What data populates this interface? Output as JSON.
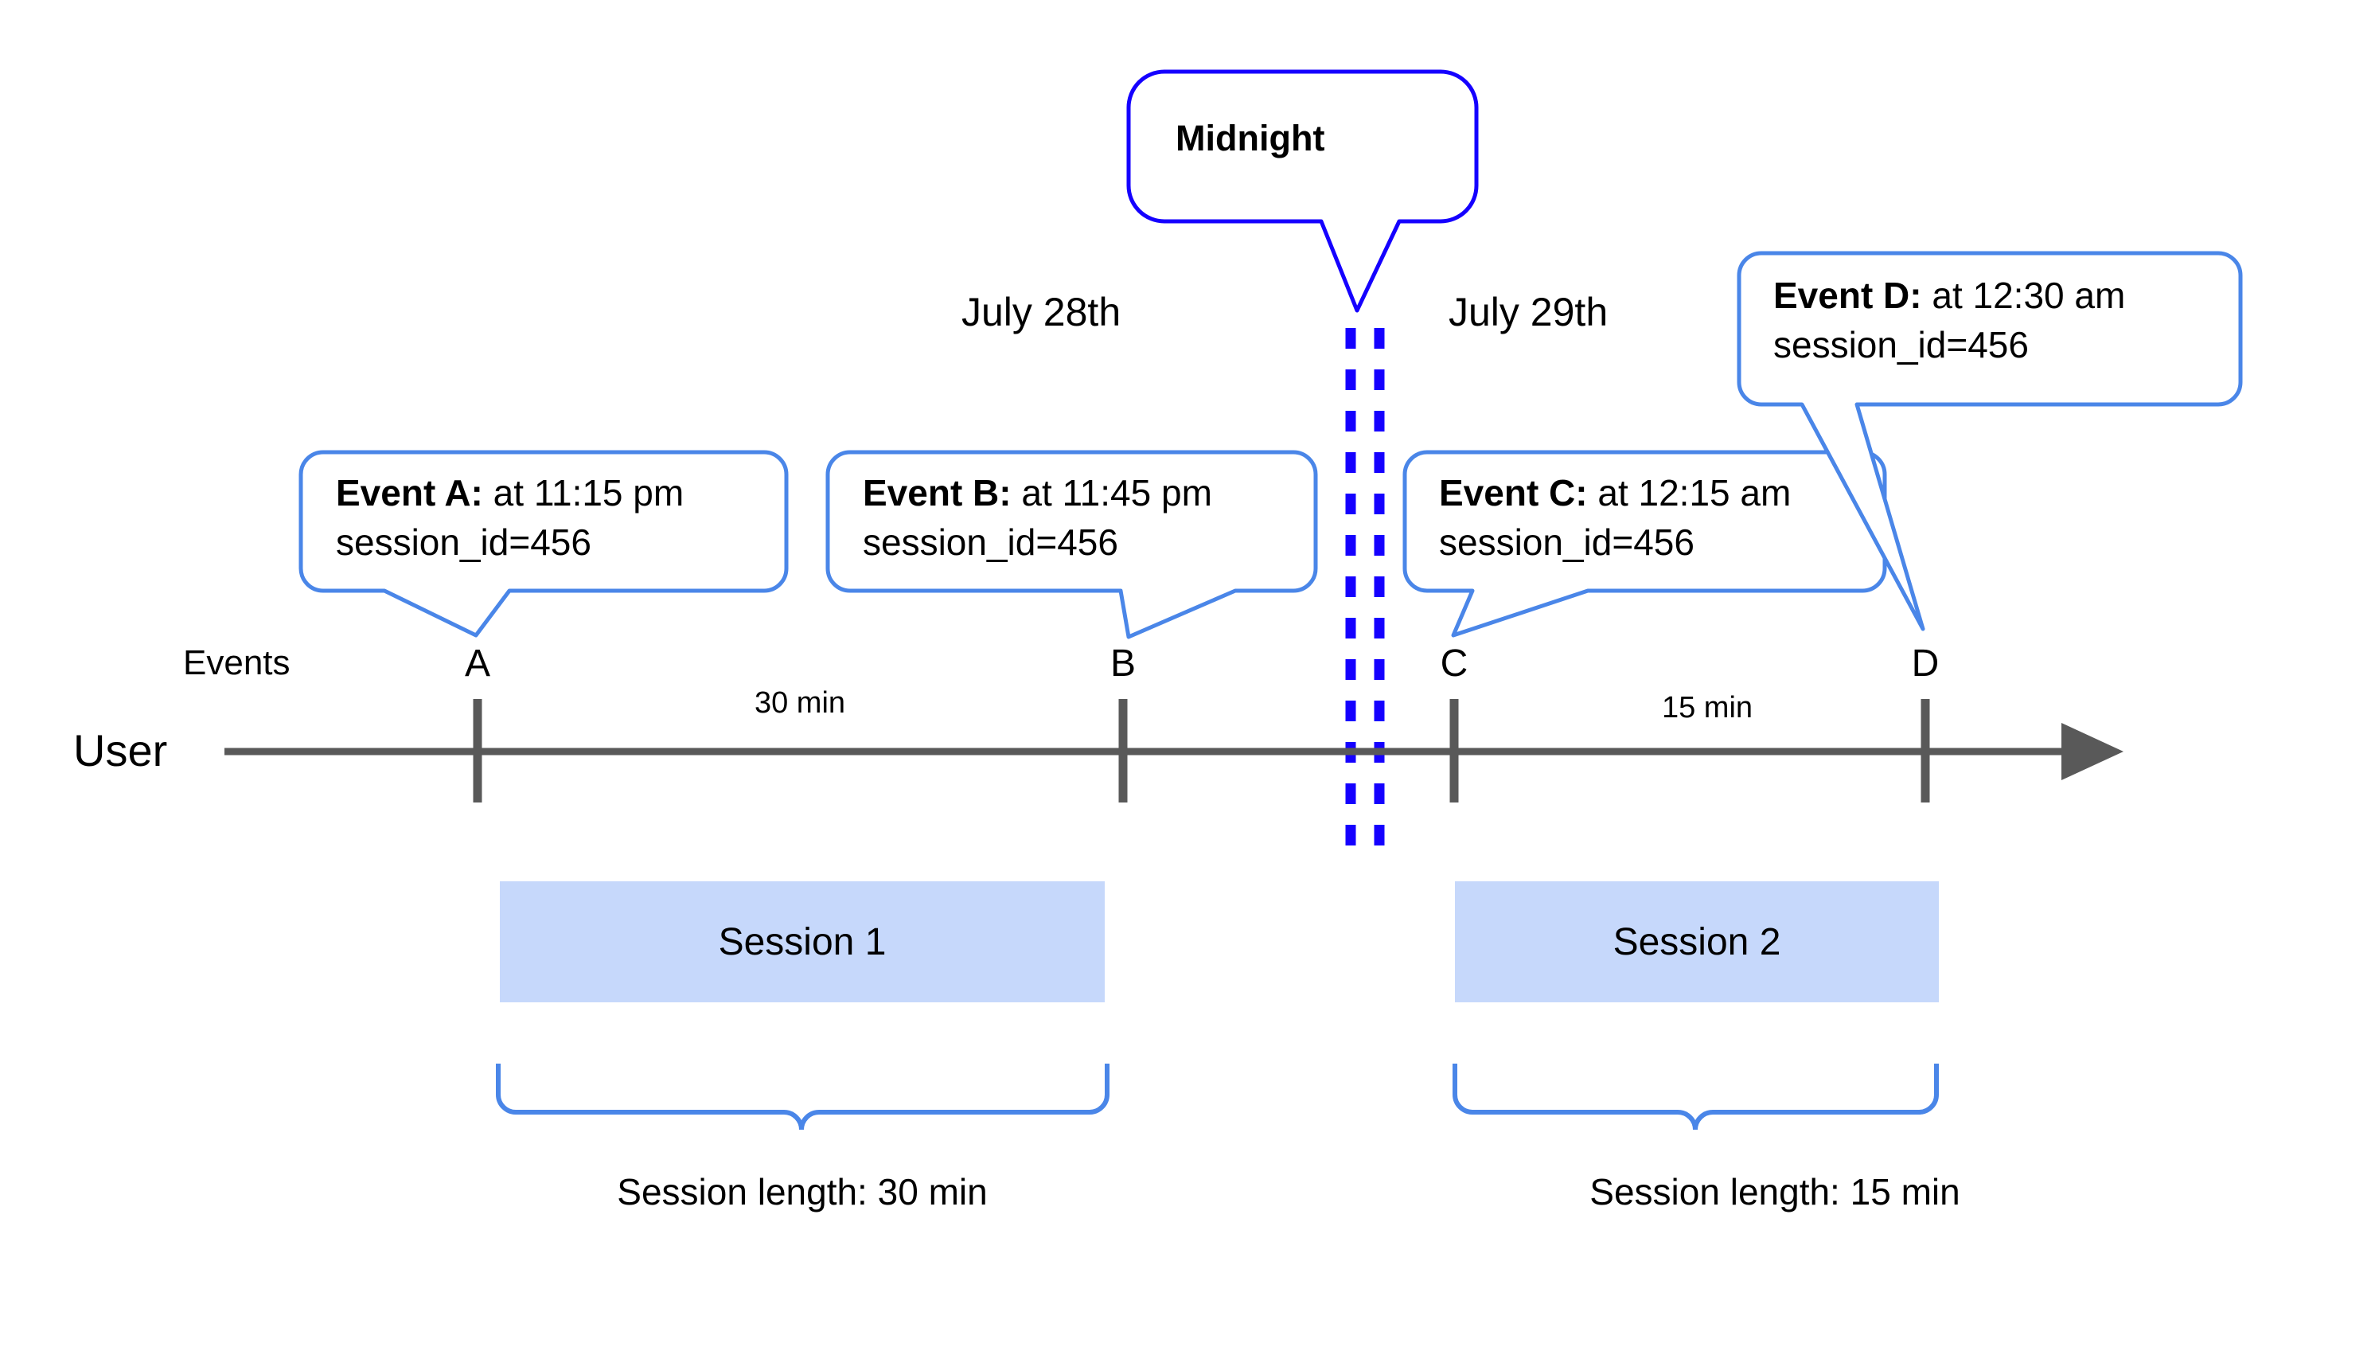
{
  "diagram": {
    "type": "timeline",
    "title_absent": true,
    "colors": {
      "callout_border": "#4a86e8",
      "midnight_border": "#1500ff",
      "midnight_dash": "#1500ff",
      "session_fill": "#c6d8fb",
      "axis": "#595959",
      "brace": "#4a86e8",
      "text": "#000000",
      "background": "#ffffff"
    },
    "axis": {
      "row_label": "User",
      "events_label": "Events"
    },
    "dates": [
      {
        "id": "date-july-28",
        "label": "July 28th"
      },
      {
        "id": "date-july-29",
        "label": "July 29th"
      }
    ],
    "midnight": {
      "label": "Midnight"
    },
    "markers": [
      {
        "id": "marker-a",
        "label": "A"
      },
      {
        "id": "marker-b",
        "label": "B"
      },
      {
        "id": "marker-c",
        "label": "C"
      },
      {
        "id": "marker-d",
        "label": "D"
      }
    ],
    "gaps": [
      {
        "id": "gap-ab",
        "label": "30 min"
      },
      {
        "id": "gap-cd",
        "label": "15 min"
      }
    ],
    "events": [
      {
        "id": "event-a",
        "name": "Event A:",
        "time": " at 11:15 pm",
        "attribute": "session_id=456"
      },
      {
        "id": "event-b",
        "name": "Event B:",
        "time": " at 11:45 pm",
        "attribute": "session_id=456"
      },
      {
        "id": "event-c",
        "name": "Event C:",
        "time": " at 12:15 am",
        "attribute": "session_id=456"
      },
      {
        "id": "event-d",
        "name": "Event D:",
        "time": " at 12:30 am",
        "attribute": "session_id=456"
      }
    ],
    "sessions": [
      {
        "id": "session-1",
        "label": "Session 1",
        "length_label": "Session length: 30 min"
      },
      {
        "id": "session-2",
        "label": "Session 2",
        "length_label": "Session length: 15 min"
      }
    ]
  }
}
